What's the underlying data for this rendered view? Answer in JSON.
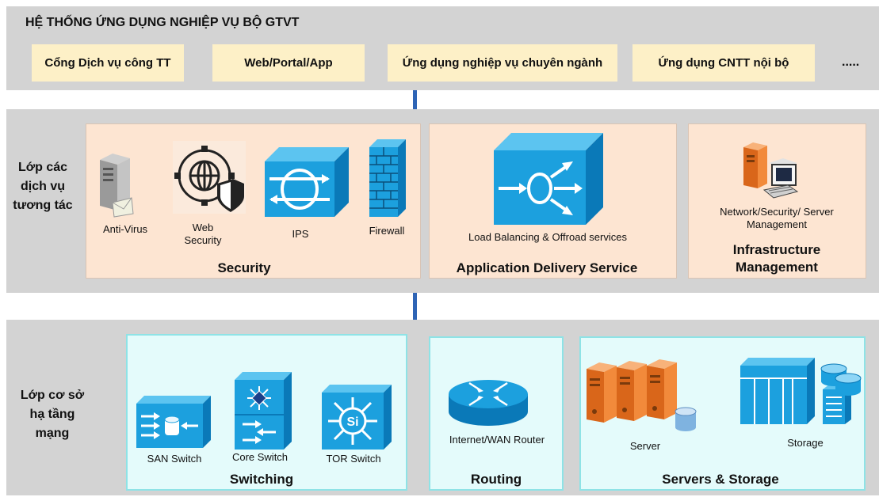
{
  "top_layer": {
    "title": "HỆ THỐNG ỨNG DỤNG NGHIỆP VỤ BỘ GTVT",
    "apps": [
      "Cổng Dịch vụ công TT",
      "Web/Portal/App",
      "Ứng dụng nghiệp vụ chuyên ngành",
      "Ứng dụng CNTT nội bộ"
    ],
    "ellipsis": "....."
  },
  "service_layer": {
    "side_label": "Lớp các dịch vụ tương tác",
    "security": {
      "title": "Security",
      "items": [
        "Anti-Virus",
        "Web Security",
        "IPS",
        "Firewall"
      ]
    },
    "delivery": {
      "title": "Application Delivery Service",
      "item": "Load Balancing & Offroad services"
    },
    "management": {
      "title": "Infrastructure Management",
      "item": "Network/Security/ Server Management"
    }
  },
  "infra_layer": {
    "side_label": "Lớp cơ sở hạ tầng mạng",
    "switching": {
      "title": "Switching",
      "items": [
        "SAN Switch",
        "Core Switch",
        "TOR Switch"
      ]
    },
    "routing": {
      "title": "Routing",
      "item": "Internet/WAN Router"
    },
    "servers": {
      "title": "Servers & Storage",
      "items": [
        "Server",
        "Storage"
      ]
    }
  },
  "colors": {
    "layer_bg": "#d3d3d3",
    "app_box": "#fdf0c7",
    "service_box": "#fde5d2",
    "infra_box": "#e4fbfb",
    "cisco_blue": "#1596d6",
    "connector": "#2e64b5",
    "server_orange": "#f28a3b"
  }
}
